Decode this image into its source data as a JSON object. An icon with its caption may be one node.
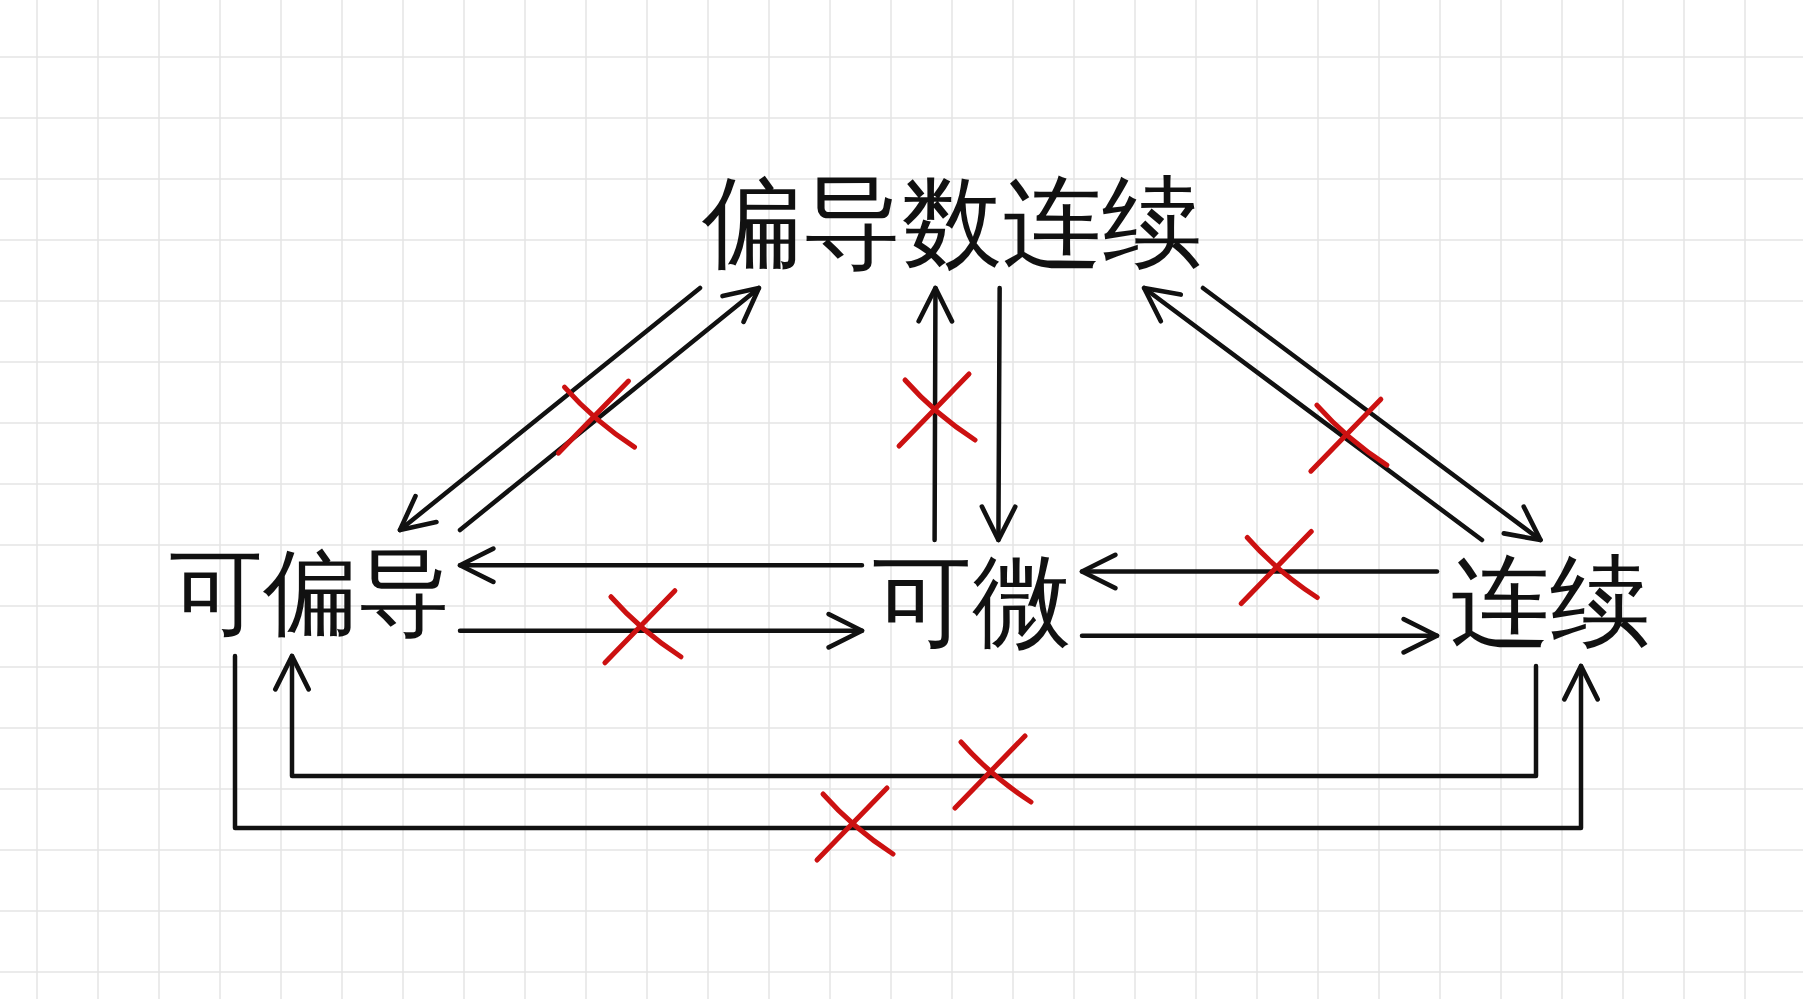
{
  "diagram": {
    "nodes": [
      {
        "text": [
          "偏导数连续"
        ]
      },
      {
        "text": [
          "可偏导"
        ]
      },
      {
        "text": [
          "可微"
        ]
      },
      {
        "text": [
          "连续"
        ]
      }
    ],
    "edges": [
      {
        "from": 0,
        "to": 1,
        "arrow": "to"
      },
      {
        "from": 1,
        "to": 0,
        "arrow": "to"
      },
      {
        "from": 2,
        "to": 0,
        "arrow": "to"
      },
      {
        "from": 0,
        "to": 2,
        "arrow": "to"
      },
      {
        "from": 3,
        "to": 0,
        "arrow": "to"
      },
      {
        "from": 0,
        "to": 3,
        "arrow": "to"
      },
      {
        "from": 2,
        "to": 1,
        "arrow": "to"
      },
      {
        "from": 1,
        "to": 2,
        "arrow": "to"
      },
      {
        "from": 3,
        "to": 2,
        "arrow": "to"
      },
      {
        "from": 2,
        "to": 3,
        "arrow": "to"
      },
      {
        "from": 3,
        "to": 1,
        "arrow": "to"
      },
      {
        "from": 1,
        "to": 3,
        "arrow": "to"
      }
    ]
  }
}
